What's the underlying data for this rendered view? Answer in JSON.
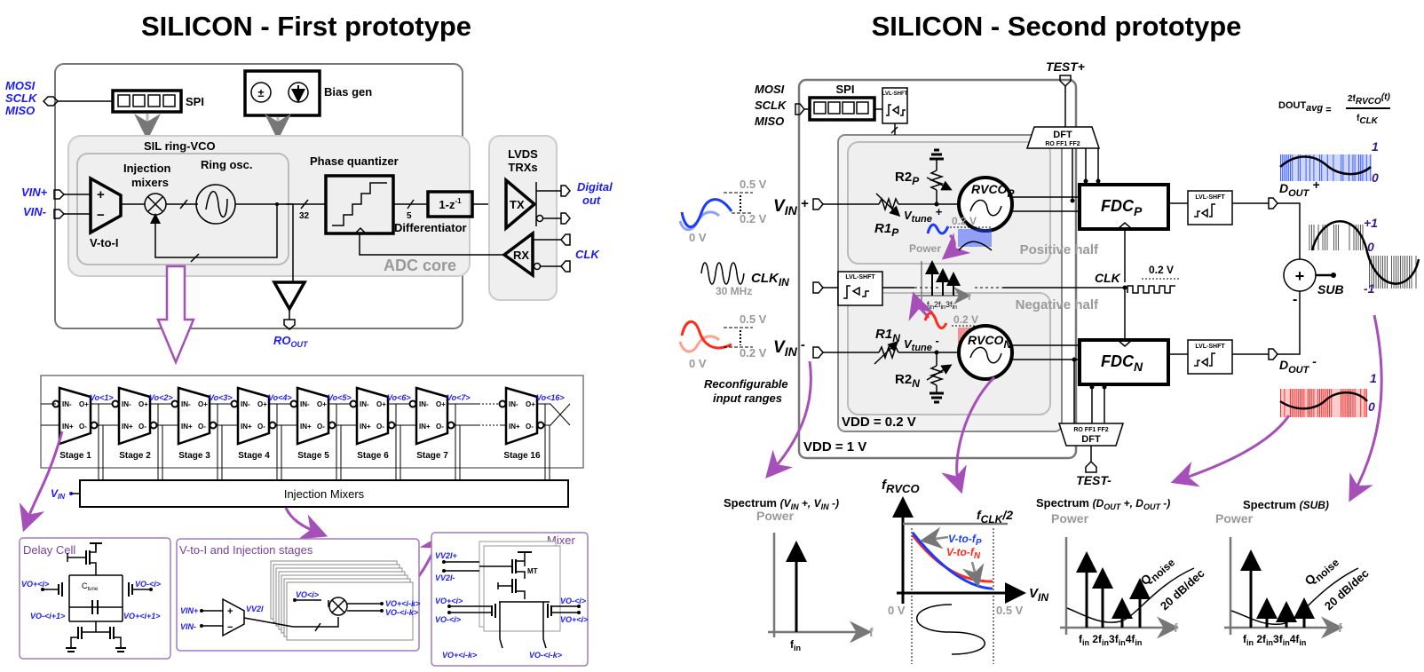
{
  "left": {
    "title": "SILICON - First prototype",
    "spi": {
      "label": "SPI",
      "pins": [
        "MOSI",
        "SCLK",
        "MISO"
      ]
    },
    "bias_gen": "Bias gen",
    "sil_ring_vco": "SIL ring-VCO",
    "injection_mixers_label": [
      "Injection",
      "mixers"
    ],
    "ring_osc": "Ring osc.",
    "v_to_i": "V-to-I",
    "vin_plus": "VIN+",
    "vin_minus": "VIN-",
    "bus_32": "32",
    "bus_5": "5",
    "phase_quantizer": "Phase quantizer",
    "differentiator_box": "1-z-1",
    "differentiator": "Differentiator",
    "adc_core": "ADC core",
    "lvds": [
      "LVDS",
      "TRXs"
    ],
    "tx": "TX",
    "rx": "RX",
    "digital_out": [
      "Digital",
      "out"
    ],
    "clk": "CLK",
    "ro_out": "RO",
    "ro_out_sub": "OUT",
    "ring": {
      "stages": [
        {
          "name": "Stage 1",
          "out": "Vo<1>"
        },
        {
          "name": "Stage 2",
          "out": "Vo<2>"
        },
        {
          "name": "Stage 3",
          "out": "Vo<3>"
        },
        {
          "name": "Stage 4",
          "out": "Vo<4>"
        },
        {
          "name": "Stage 5",
          "out": "Vo<5>"
        },
        {
          "name": "Stage 6",
          "out": "Vo<6>"
        },
        {
          "name": "Stage 7",
          "out": "Vo<7>"
        },
        {
          "name": "Stage 16",
          "out": "Vo<16>"
        }
      ],
      "pins": {
        "in_minus": "IN-",
        "in_plus": "IN+",
        "o_plus": "O+",
        "o_minus": "O-"
      },
      "vin": "VIN",
      "injection_mixers": "Injection Mixers"
    },
    "delay_cell": {
      "title": "Delay Cell",
      "ctune": "Ctune",
      "vo_p_i": "VO+<i>",
      "vo_m_i": "VO-<i>",
      "vo_m_i1": "VO-<i+1>",
      "vo_p_i1": "VO+<i+1>"
    },
    "vtoi_stages": {
      "title": "V-to-I and Injection stages",
      "vin_p": "VIN+",
      "vin_m": "VIN-",
      "vv2i": "VV2I",
      "vo_i": "VO<i>",
      "out_p": "VO+<i-k>",
      "out_m": "VO-<i-k>"
    },
    "mixer": {
      "title": "Mixer",
      "vv2i_p": "VV2I+",
      "vv2i_m": "VV2I-",
      "mt": "MT",
      "vo_p_i_l": "VO+<i>",
      "vo_m_i_l": "VO-<i>",
      "vo_m_i_r": "VO-<i>",
      "vo_p_i_r": "VO+<i>",
      "out_p": "VO+<i-k>",
      "out_m": "VO-<i-k>"
    }
  },
  "right": {
    "title": "SILICON - Second prototype",
    "test_plus": "TEST+",
    "test_minus": "TEST-",
    "spi": {
      "label": "SPI",
      "pins": [
        "MOSI",
        "SCLK",
        "MISO"
      ]
    },
    "lvl_shft": "LVL-SHFT",
    "dft": "DFT",
    "dft_pins": "RO FF1 FF2",
    "formula": {
      "lhs": "DOUT",
      "lhs_sub": "avg",
      "num": "2f",
      "num_sub": "RVCO",
      "num_t": "(t)",
      "den": "f",
      "den_sub": "CLK"
    },
    "vin_plus": "VIN +",
    "vin_minus": "VIN -",
    "levels": {
      "high": "0.5 V",
      "low": "0.2 V",
      "zero": "0 V"
    },
    "r2p": "R2P",
    "r1p": "R1P",
    "r1n": "R1N",
    "r2n": "R2N",
    "vtune_p": "Vtune +",
    "vtune_m": "Vtune -",
    "rvco_p": "RVCOP",
    "rvco_n": "RVCON",
    "fdc_p": "FDCP",
    "fdc_n": "FDCN",
    "power": "Power",
    "f": "f",
    "harmonics": [
      "fin",
      "2fin",
      "3fin"
    ],
    "positive_half": "Positive half",
    "negative_half": "Negative half",
    "clk_in": "CLKIN",
    "clk_freq": "30 MHz",
    "clk": "CLK",
    "clk_level": "0.2 V",
    "reconfig": [
      "Reconfigurable",
      "input ranges"
    ],
    "vdd_core": "VDD = 0.2 V",
    "vdd_io": "VDD = 1 V",
    "dout_p": "DOUT +",
    "dout_m": "DOUT -",
    "sub": "SUB",
    "sum_plus": "+",
    "sum_minus": "-",
    "dout_scale": {
      "one": "1",
      "zero": "0",
      "plus_one": "+1",
      "minus_one": "-1"
    },
    "plots": {
      "spec_vin": {
        "title": "Spectrum",
        "sub": "(VIN +, VIN -)",
        "ylabel": "Power",
        "xlabel": "f",
        "ticks": [
          "fin"
        ]
      },
      "vtof": {
        "ylabel": "fRVCO",
        "xlabel": "VIN",
        "cap": "fCLK/2",
        "x0": "0 V",
        "x1": "0.5 V",
        "legend_p": "V-to-fP",
        "legend_n": "V-to-fN"
      },
      "spec_dout": {
        "title": "Spectrum",
        "sub": "(DOUT +, DOUT -)",
        "ylabel": "Power",
        "xlabel": "f",
        "ticks": [
          "fin",
          "2fin",
          "3fin",
          "4fin"
        ],
        "noise": "Q noise",
        "slope": "20 dB/dec"
      },
      "spec_sub": {
        "title": "Spectrum",
        "sub": "(SUB)",
        "ylabel": "Power",
        "xlabel": "f",
        "ticks": [
          "fin",
          "2fin",
          "3fin",
          "4fin"
        ],
        "noise": "Q noise",
        "slope": "20 dB/dec"
      }
    }
  },
  "colors": {
    "blue_label": "#1a1aff",
    "purple": "#a64fb8",
    "red": "#ff2a1a",
    "gray_box": "#efefef",
    "gray_text": "#999999"
  }
}
